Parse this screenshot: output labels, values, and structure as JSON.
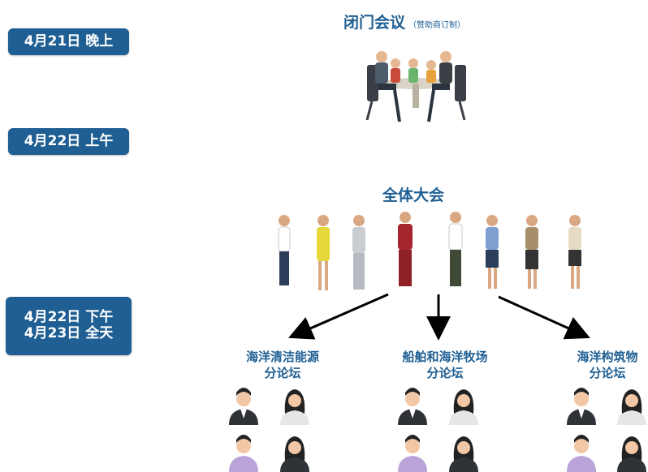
{
  "schedule": {
    "closed_meeting": {
      "time_label": "4月21日 晚上",
      "title": "闭门会议",
      "note": "（赞助商订制）"
    },
    "plenary": {
      "time_label": "4月22日 上午",
      "title": "全体大会"
    },
    "forums": {
      "time_line1": "4月22日 下午",
      "time_line2": "4月23日 全天",
      "items": [
        {
          "line1": "海洋清洁能源",
          "line2": "分论坛"
        },
        {
          "line1": "船舶和海洋牧场",
          "line2": "分论坛"
        },
        {
          "line1": "海洋构筑物",
          "line2": "分论坛"
        }
      ]
    }
  },
  "colors": {
    "badge_bg": "#1f5f93",
    "title_text": "#1f5f93",
    "arrow": "#000000"
  },
  "icons": [
    "meeting-table-icon",
    "person-icon",
    "male-avatar-icon",
    "female-avatar-icon",
    "arrow-down-icon"
  ]
}
